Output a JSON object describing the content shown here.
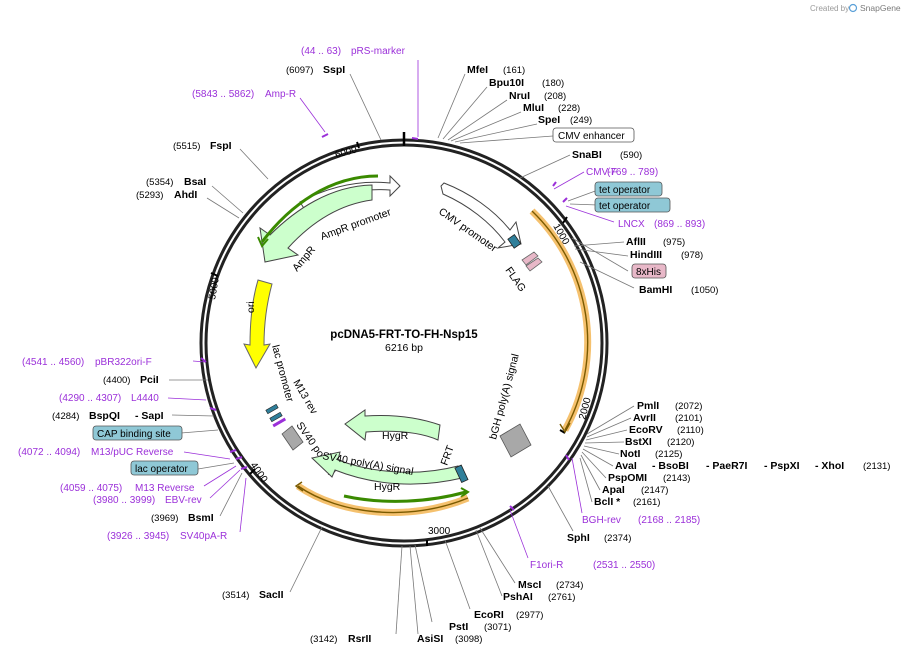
{
  "branding": {
    "created_by": "Created by",
    "app": "SnapGene"
  },
  "plasmid": {
    "name": "pcDNA5-FRT-TO-FH-Nsp15",
    "size": "6216 bp"
  },
  "ticks": [
    {
      "label": "1000"
    },
    {
      "label": "2000"
    },
    {
      "label": "3000"
    },
    {
      "label": "4000"
    },
    {
      "label": "5000"
    },
    {
      "label": "6000"
    }
  ],
  "features": {
    "cmv_promoter": "CMV promoter",
    "flag": "FLAG",
    "ampr_promoter": "AmpR promoter",
    "ampr": "AmpR",
    "ori": "ori",
    "lac_promoter": "lac promoter",
    "m13_rev": "M13 rev",
    "sv40_polya": "SV40 poly(A) signal",
    "hygr_1": "HygR",
    "hygr_2": "HygR",
    "frt": "FRT",
    "bgh_polya": "bGH poly(A) signal"
  },
  "sites_right": [
    {
      "name": "MfeI",
      "pos": "(161)"
    },
    {
      "name": "Bpu10I",
      "pos": "(180)"
    },
    {
      "name": "NruI",
      "pos": "(208)"
    },
    {
      "name": "MluI",
      "pos": "(228)"
    },
    {
      "name": "SpeI",
      "pos": "(249)"
    },
    {
      "name": "SnaBI",
      "pos": "(590)"
    },
    {
      "name": "AflII",
      "pos": "(975)"
    },
    {
      "name": "HindIII",
      "pos": "(978)"
    },
    {
      "name": "BamHI",
      "pos": "(1050)"
    }
  ],
  "boxes_right": {
    "cmv_enhancer": "CMV enhancer",
    "tet_operator_1": "tet operator",
    "tet_operator_2": "tet operator",
    "his8": "8xHis"
  },
  "primers_right": {
    "cmv_f": {
      "range": "(769 .. 789)",
      "name": "CMV-F"
    },
    "lncx": {
      "name": "LNCX",
      "range": "(869 .. 893)"
    },
    "bgh_rev": {
      "name": "BGH-rev",
      "range": "(2168 .. 2185)"
    },
    "f1ori_r": {
      "name": "F1ori-R",
      "range": "(2531 .. 2550)"
    }
  },
  "sites_lower_right": {
    "pmlI": {
      "name": "PmlI",
      "pos": "(2072)"
    },
    "avrII": {
      "name": "AvrII",
      "pos": "(2101)"
    },
    "ecoRV": {
      "name": "EcoRV",
      "pos": "(2110)"
    },
    "bstXI": {
      "name": "BstXI",
      "pos": "(2120)"
    },
    "notI": {
      "name": "NotI",
      "pos": "(2125)"
    },
    "avaI_group": {
      "a": "AvaI",
      "b": "- BsoBI",
      "c": "- PaeR7I",
      "d": "- PspXI",
      "e": "- XhoI",
      "pos": "(2131)"
    },
    "pspOMI": {
      "name": "PspOMI",
      "pos": "(2143)"
    },
    "apaI": {
      "name": "ApaI",
      "pos": "(2147)"
    },
    "bclI": {
      "name": "BclI *",
      "pos": "(2161)"
    },
    "sphI": {
      "name": "SphI",
      "pos": "(2374)"
    },
    "mscI": {
      "name": "MscI",
      "pos": "(2734)"
    },
    "pshAI": {
      "name": "PshAI",
      "pos": "(2761)"
    },
    "ecoRI": {
      "name": "EcoRI",
      "pos": "(2977)"
    },
    "pstI": {
      "name": "PstI",
      "pos": "(3071)"
    },
    "asiSI": {
      "name": "AsiSI",
      "pos": "(3098)"
    }
  },
  "sites_bottom_left": {
    "rsrII": {
      "pos": "(3142)",
      "name": "RsrII"
    },
    "sacII": {
      "pos": "(3514)",
      "name": "SacII"
    },
    "bsmI": {
      "pos": "(3969)",
      "name": "BsmI"
    }
  },
  "primers_left": {
    "prs_marker": {
      "range": "(44 .. 63)",
      "name": "pRS-marker"
    },
    "amp_r": {
      "range": "(5843 .. 5862)",
      "name": "Amp-R"
    },
    "pbr322ori_f": {
      "range": "(4541 .. 4560)",
      "name": "pBR322ori-F"
    },
    "l4440": {
      "range": "(4290 .. 4307)",
      "name": "L4440"
    },
    "m13_puc_reverse": {
      "range": "(4072 .. 4094)",
      "name": "M13/pUC Reverse"
    },
    "m13_reverse": {
      "range": "(4059 .. 4075)",
      "name": "M13 Reverse"
    },
    "ebv_rev": {
      "range": "(3980 .. 3999)",
      "name": "EBV-rev"
    },
    "sv40pa_r": {
      "range": "(3926 .. 3945)",
      "name": "SV40pA-R"
    }
  },
  "sites_left": {
    "sspI": {
      "pos": "(6097)",
      "name": "SspI"
    },
    "fspI": {
      "pos": "(5515)",
      "name": "FspI"
    },
    "bsaI": {
      "pos": "(5354)",
      "name": "BsaI"
    },
    "ahdI": {
      "pos": "(5293)",
      "name": "AhdI"
    },
    "pciI": {
      "pos": "(4400)",
      "name": "PciI"
    },
    "bspQI": {
      "pos": "(4284)",
      "name": "BspQI",
      "alt": "- SapI"
    }
  },
  "boxes_left": {
    "cap": "CAP binding site",
    "lac_operator": "lac operator"
  },
  "colors": {
    "primer": "#9b30d9",
    "promoter_fill": "#ffffff",
    "cds_fill": "#ccffcc",
    "ori_fill": "#ffff00",
    "polya_fill": "#a8a8a8",
    "orange": "#f0a020",
    "operator_fill": "#8fc8d6",
    "his_fill": "#e8b8c8"
  }
}
